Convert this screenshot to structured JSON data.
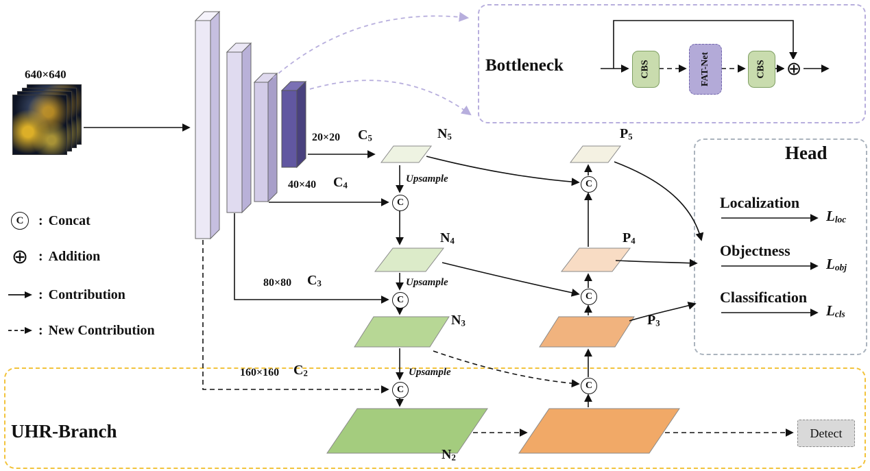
{
  "input": {
    "size": "640×640"
  },
  "legend": {
    "separator": ":",
    "concat": {
      "symbol": "C",
      "label": "Concat"
    },
    "addition": {
      "symbol": "⊕",
      "label": "Addition"
    },
    "contribution": {
      "label": "Contribution"
    },
    "new_contribution": {
      "label": "New Contribution"
    }
  },
  "backbone": {
    "c5": {
      "size": "20×20",
      "name": "C",
      "sub": "5"
    },
    "c4": {
      "size": "40×40",
      "name": "C",
      "sub": "4"
    },
    "c3": {
      "size": "80×80",
      "name": "C",
      "sub": "3"
    },
    "c2": {
      "size": "160×160",
      "name": "C",
      "sub": "2"
    }
  },
  "neck": {
    "upsample": "Upsample",
    "concat_symbol": "C",
    "n5": {
      "name": "N",
      "sub": "5"
    },
    "n4": {
      "name": "N",
      "sub": "4"
    },
    "n3": {
      "name": "N",
      "sub": "3"
    },
    "n2": {
      "name": "N",
      "sub": "2"
    },
    "p5": {
      "name": "P",
      "sub": "5"
    },
    "p4": {
      "name": "P",
      "sub": "4"
    },
    "p3": {
      "name": "P",
      "sub": "3"
    }
  },
  "bottleneck": {
    "title": "Bottleneck",
    "cbs1": "CBS",
    "fatnet": "FAT-Net",
    "cbs2": "CBS",
    "addition_symbol": "⊕"
  },
  "head": {
    "title": "Head",
    "rows": [
      {
        "label": "Localization",
        "loss": "L",
        "loss_sub": "loc"
      },
      {
        "label": "Objectness",
        "loss": "L",
        "loss_sub": "obj"
      },
      {
        "label": "Classification",
        "loss": "L",
        "loss_sub": "cls"
      }
    ]
  },
  "uhr": {
    "title": "UHR-Branch",
    "detect": "Detect"
  },
  "colors": {
    "uhr_border": "#f2c33b",
    "head_border": "#aab3bd",
    "bottleneck_border": "#b7aedd",
    "cbs_fill": "#c9dcae",
    "fatnet_fill": "#b3aad8",
    "n2_green": "#a4cc7e",
    "p2_orange": "#f1a967",
    "backbone_dark": "#6157a1"
  }
}
